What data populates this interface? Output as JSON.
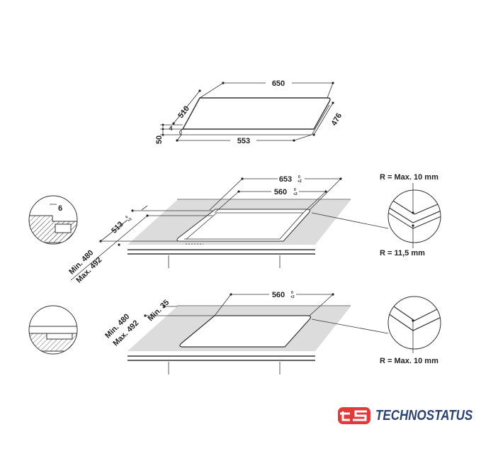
{
  "hob": {
    "width": "650",
    "depth": "510",
    "height": "50",
    "glass": "4",
    "bottom_width": "553",
    "bottom_depth": "476"
  },
  "flush_mount": {
    "cut_width": "653",
    "cut_width_tol": [
      "0",
      "+2"
    ],
    "inner_width": "560",
    "inner_width_tol": [
      "0",
      "+2"
    ],
    "cut_depth": "513",
    "cut_depth_tol": [
      "0",
      "+2"
    ],
    "worktop_min": "Min. 480",
    "worktop_max": "Max. 492",
    "step_depth": "6",
    "radius_top": "R = Max. 10 mm",
    "radius_bottom": "R = 11,5 mm"
  },
  "standard_mount": {
    "inner_width": "560",
    "inner_width_tol": [
      "0",
      "+2"
    ],
    "worktop_min": "Min. 480",
    "worktop_max": "Max. 492",
    "edge_min": "Min. 35",
    "radius": "R = Max. 10 mm"
  },
  "logo": {
    "text": "TECHNOSTATUS",
    "mark": "ts",
    "color_red": "#e03a3a",
    "color_blue": "#2c4372"
  }
}
